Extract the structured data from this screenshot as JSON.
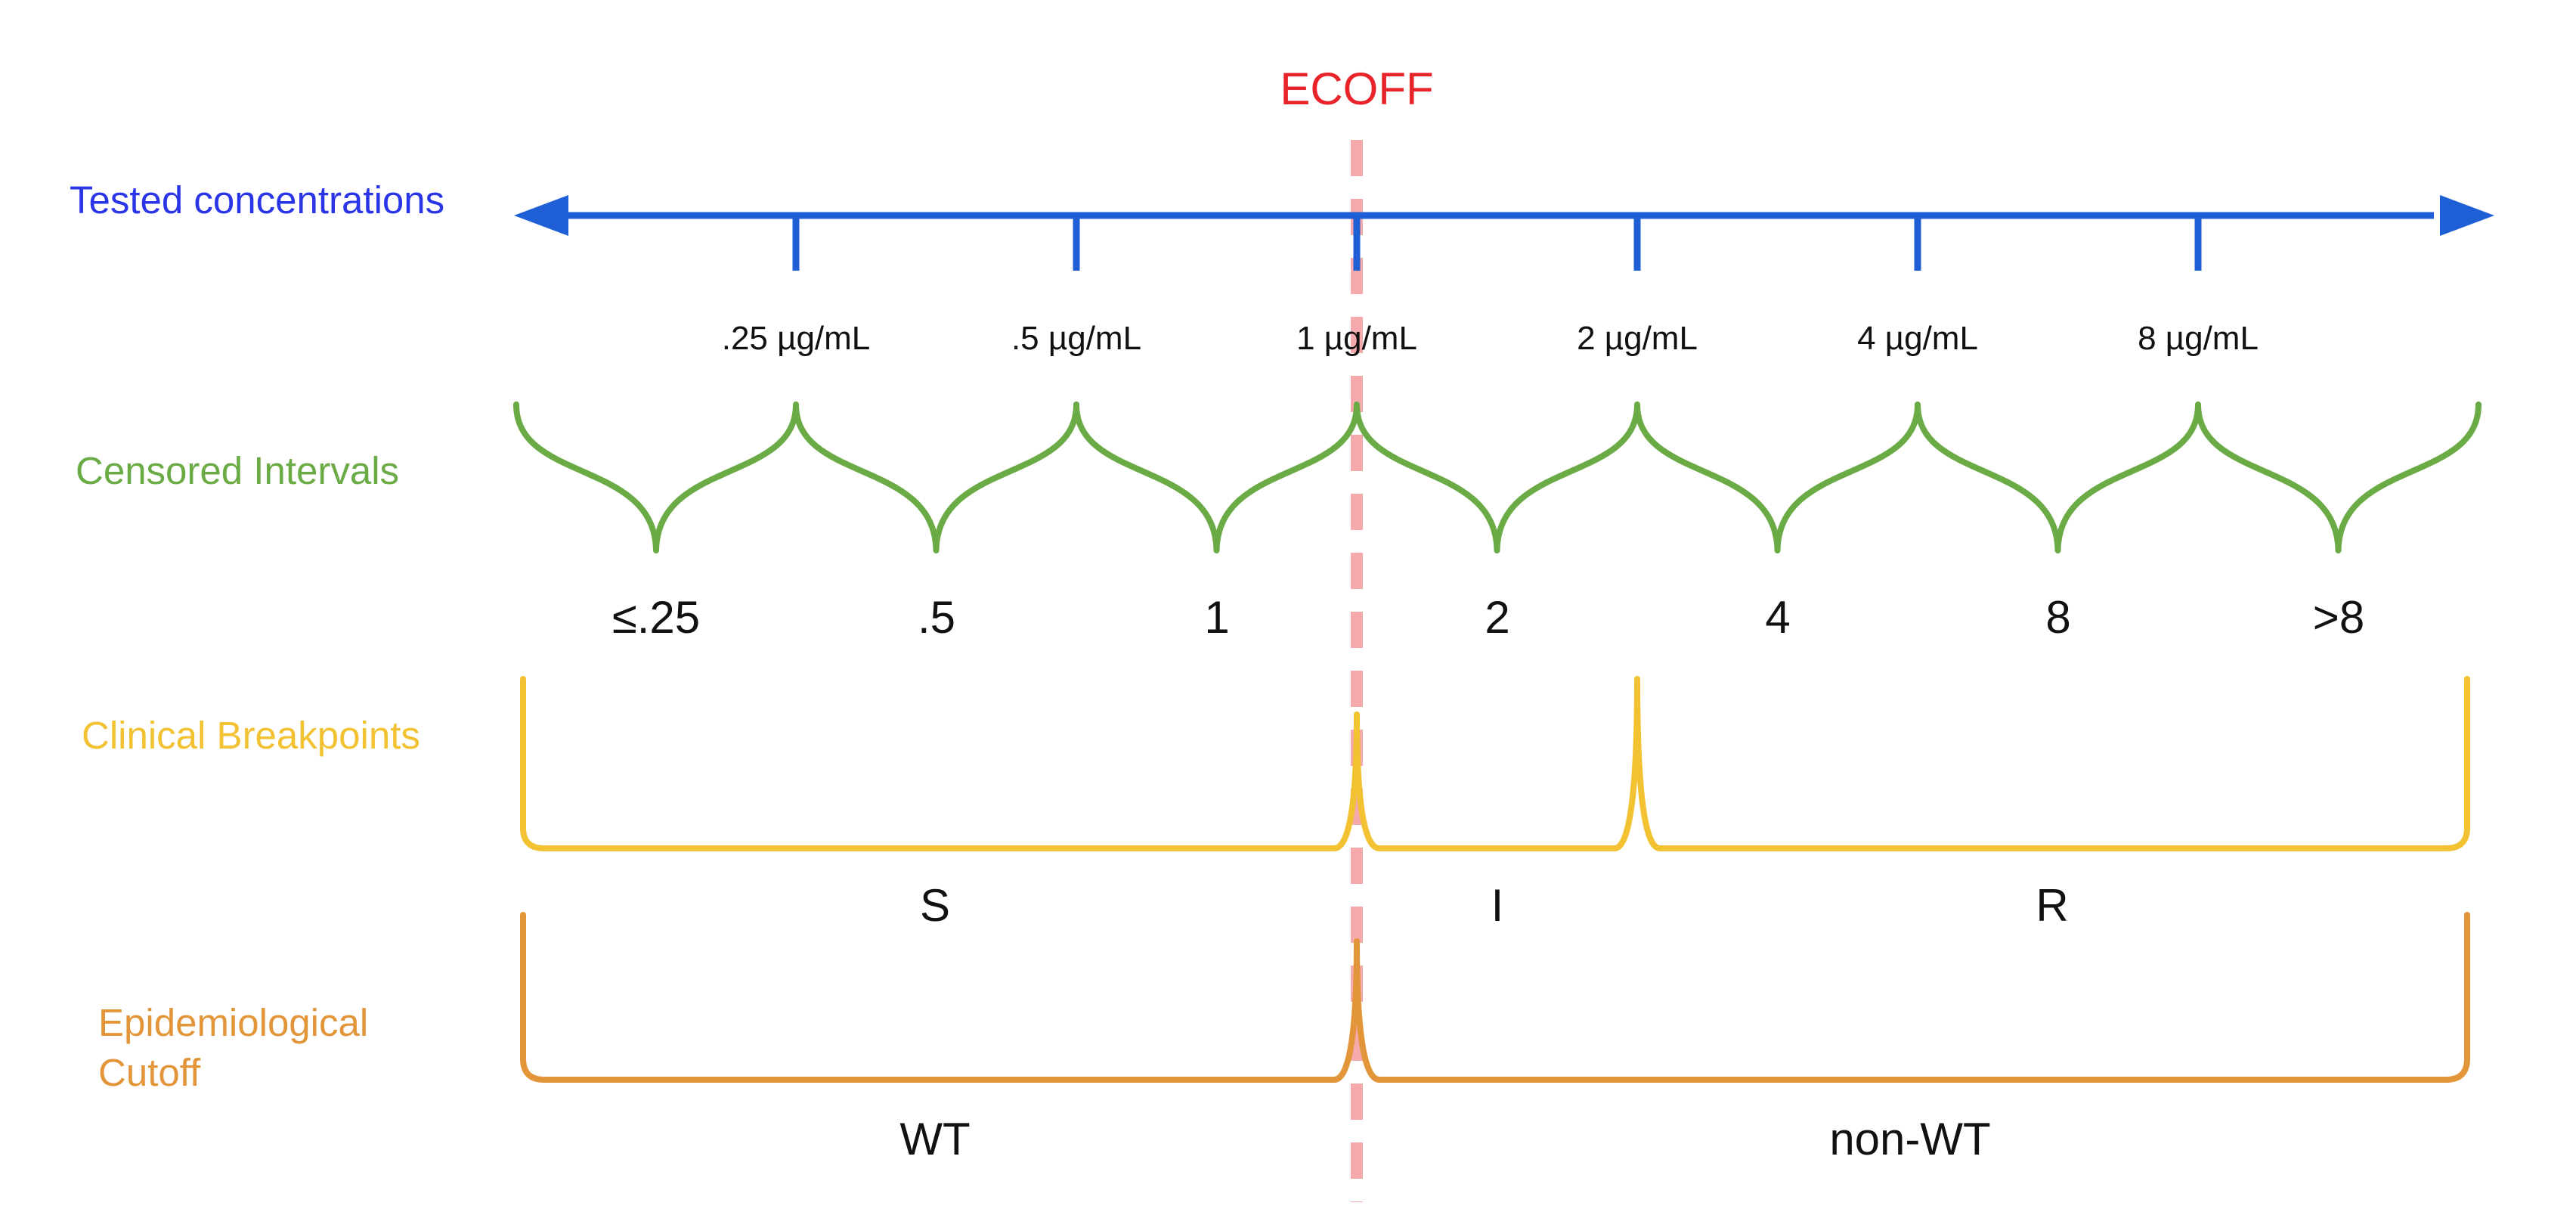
{
  "colors": {
    "tested": "#1f5fd6",
    "tested_label": "#2a35e8",
    "censored": "#6aab46",
    "clinical": "#f2c232",
    "epidemiological": "#e3953a",
    "ecoff_label": "#e8232a",
    "ecoff_line": "#f4a9ad",
    "text": "#111111"
  },
  "ecoff": {
    "label": "ECOFF"
  },
  "tested_concentrations": {
    "label": "Tested concentrations",
    "ticks": [
      ".25 µg/mL",
      ".5 µg/mL",
      "1 µg/mL",
      "2 µg/mL",
      "4 µg/mL",
      "8 µg/mL"
    ]
  },
  "censored_intervals": {
    "label": "Censored Intervals",
    "values": [
      "≤.25",
      ".5",
      "1",
      "2",
      "4",
      "8",
      ">8"
    ]
  },
  "clinical_breakpoints": {
    "label": "Clinical Breakpoints",
    "categories": [
      "S",
      "I",
      "R"
    ]
  },
  "epidemiological_cutoff": {
    "label_line1": "Epidemiological",
    "label_line2": "Cutoff",
    "categories": [
      "WT",
      "non-WT"
    ]
  }
}
